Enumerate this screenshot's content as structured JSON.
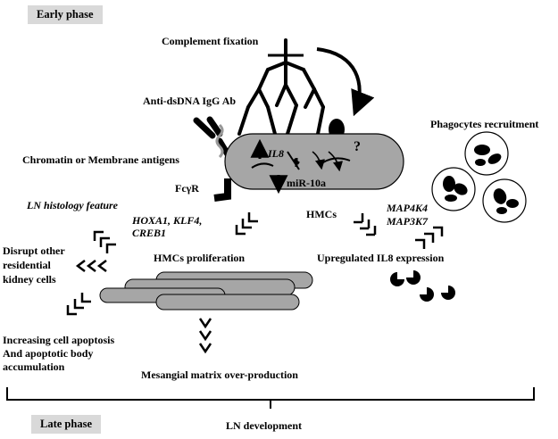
{
  "phases": {
    "early": "Early phase",
    "late": "Late phase"
  },
  "labels": {
    "complement_fixation": "Complement fixation",
    "anti_dsdna": "Anti-dsDNA IgG Ab",
    "chromatin": "Chromatin or Membrane antigens",
    "fcgr": "FcγR",
    "ln_histology": "LN histology feature",
    "disrupt_line1": "Disrupt other",
    "disrupt_line2": "residential",
    "disrupt_line3": "kidney cells",
    "hmcs": "HMCs",
    "hmcs_proliferation": "HMCs proliferation",
    "apoptosis_line1": "Increasing cell apoptosis",
    "apoptosis_line2": "And apoptotic body",
    "apoptosis_line3": "accumulation",
    "mesangial": "Mesangial matrix over-production",
    "upregulated_il8": "Upregulated IL8 expression",
    "phagocytes": "Phagocytes recruitment",
    "ln_development": "LN development"
  },
  "cell": {
    "il8": "IL8",
    "mir10a": "miR-10a",
    "question": "?"
  },
  "genes": {
    "left_line1": "HOXA1, KLF4,",
    "left_line2": "CREB1",
    "right_line1": "MAP4K4",
    "right_line2": "MAP3K7"
  },
  "colors": {
    "cell_fill": "#a6a6a6",
    "phase_bg": "#d9d9d9",
    "ink": "#000000"
  }
}
